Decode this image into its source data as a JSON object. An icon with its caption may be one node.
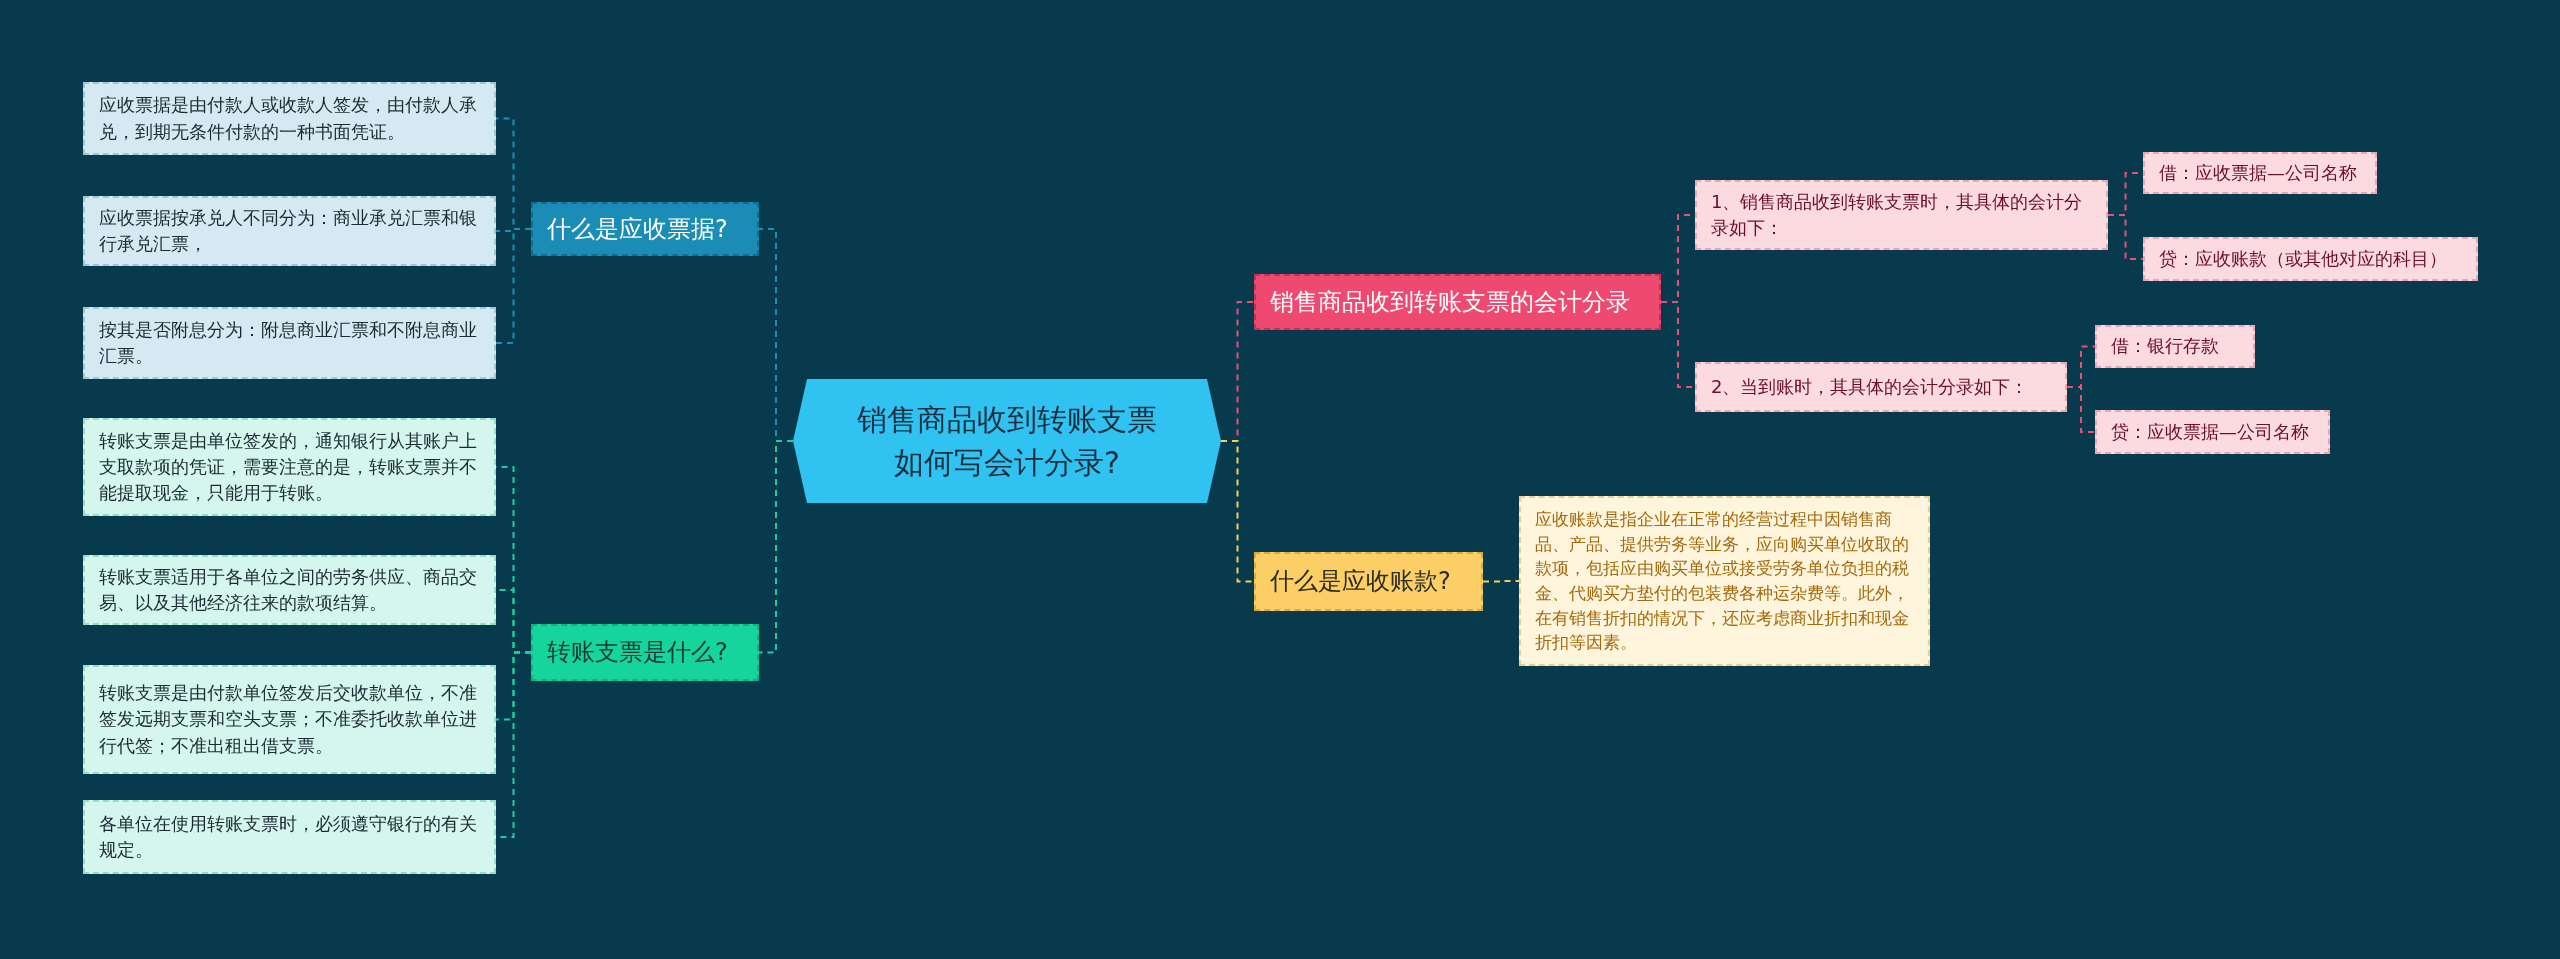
{
  "diagram": {
    "nodes": [
      {
        "text": [
          "销售商品收到转账支票如何写会计分录?"
        ]
      },
      {
        "text": [
          "什么是应收票据?"
        ]
      },
      {
        "text": [
          "应收票据是由付款人或收款人签发，由付款人承兑，到期无条件付款的一种书面凭证。"
        ]
      },
      {
        "text": [
          "应收票据按承兑人不同分为：商业承兑汇票和银行承兑汇票，"
        ]
      },
      {
        "text": [
          "按其是否附息分为：附息商业汇票和不附息商业汇票。"
        ]
      },
      {
        "text": [
          "转账支票是什么?"
        ]
      },
      {
        "text": [
          "转账支票是由单位签发的，通知银行从其账户上支取款项的凭证，需要注意的是，转账支票并不能提取现金，只能用于转账。"
        ]
      },
      {
        "text": [
          "转账支票适用于各单位之间的劳务供应、商品交易、以及其他经济往来的款项结算。"
        ]
      },
      {
        "text": [
          "转账支票是由付款单位签发后交收款单位，不准签发远期支票和空头支票；不准委托收款单位进行代签；不准出租出借支票。"
        ]
      },
      {
        "text": [
          "各单位在使用转账支票时，必须遵守银行的有关规定。"
        ]
      },
      {
        "text": [
          "销售商品收到转账支票的会计分录"
        ]
      },
      {
        "text": [
          "1、销售商品收到转账支票时，其具体的会计分录如下："
        ]
      },
      {
        "text": [
          "借：应收票据—公司名称"
        ]
      },
      {
        "text": [
          "贷：应收账款（或其他对应的科目）"
        ]
      },
      {
        "text": [
          "2、当到账时，其具体的会计分录如下："
        ]
      },
      {
        "text": [
          "借：银行存款"
        ]
      },
      {
        "text": [
          "贷：应收票据—公司名称"
        ]
      },
      {
        "text": [
          "什么是应收账款?"
        ]
      },
      {
        "text": [
          "应收账款是指企业在正常的经营过程中因销售商品、产品、提供劳务等业务，应向购买单位收取的款项，包括应由购买单位或接受劳务单位负担的税金、代购买方垫付的包装费各种运杂费等。此外，在有销售折扣的情况下，还应考虑商业折扣和现金折扣等因素。"
        ]
      }
    ],
    "edges": [
      {
        "from": 0,
        "to": 1,
        "arrow": "none",
        "color": "#1b8fb8"
      },
      {
        "from": 1,
        "to": 2,
        "arrow": "none",
        "color": "#1b8fb8"
      },
      {
        "from": 1,
        "to": 3,
        "arrow": "none",
        "color": "#1b8fb8"
      },
      {
        "from": 1,
        "to": 4,
        "arrow": "none",
        "color": "#1b8fb8"
      },
      {
        "from": 0,
        "to": 5,
        "arrow": "none",
        "color": "#18d09a"
      },
      {
        "from": 5,
        "to": 6,
        "arrow": "none",
        "color": "#18d09a"
      },
      {
        "from": 5,
        "to": 7,
        "arrow": "none",
        "color": "#18d09a"
      },
      {
        "from": 5,
        "to": 8,
        "arrow": "none",
        "color": "#18d09a"
      },
      {
        "from": 5,
        "to": 9,
        "arrow": "none",
        "color": "#18d09a"
      },
      {
        "from": 0,
        "to": 10,
        "arrow": "none"
      },
      {
        "from": 10,
        "to": 11,
        "arrow": "none"
      },
      {
        "from": 11,
        "to": 12,
        "arrow": "none"
      },
      {
        "from": 11,
        "to": 13,
        "arrow": "none"
      },
      {
        "from": 10,
        "to": 14,
        "arrow": "none"
      },
      {
        "from": 14,
        "to": 15,
        "arrow": "none"
      },
      {
        "from": 14,
        "to": 16,
        "arrow": "none"
      },
      {
        "from": 0,
        "to": 17,
        "arrow": "none",
        "color": "#f5cf5e"
      },
      {
        "from": 17,
        "to": 18,
        "arrow": "none",
        "color": "#f5cf5e"
      }
    ]
  }
}
